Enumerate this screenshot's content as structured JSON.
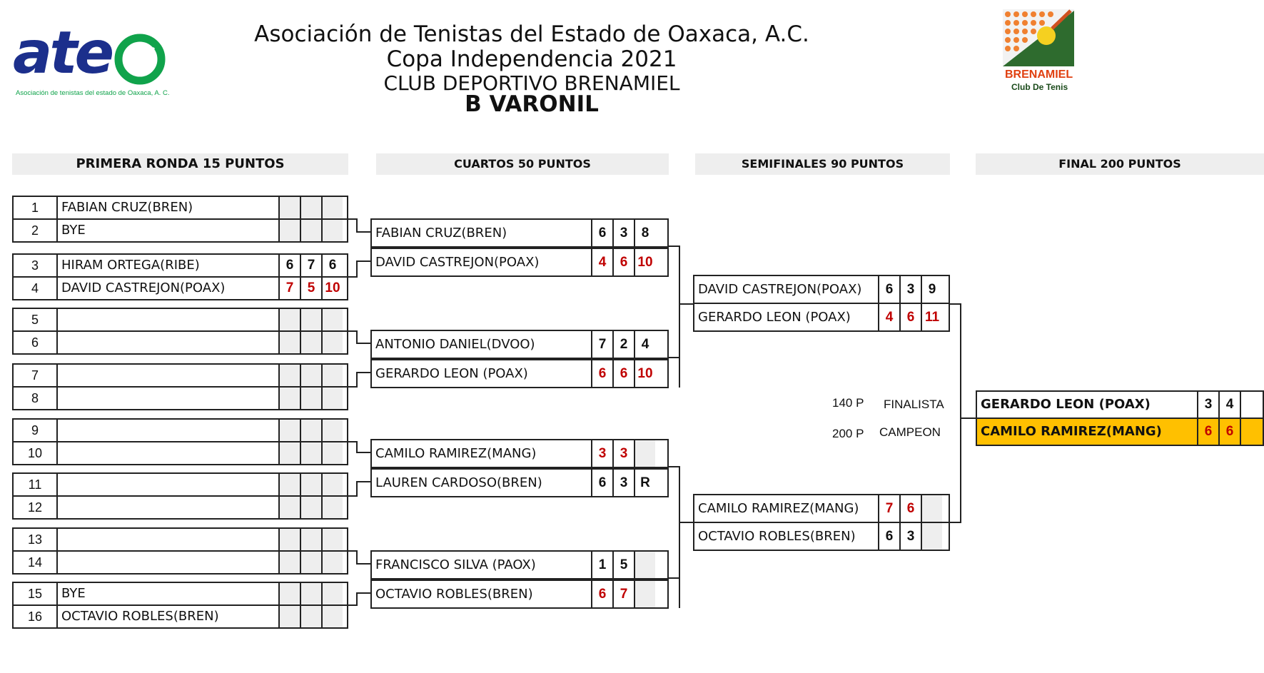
{
  "header": {
    "line1": "Asociación de Tenistas del Estado de Oaxaca, A.C.",
    "line2": "Copa Independencia 2021",
    "line3": "CLUB DEPORTIVO BRENAMIEL",
    "line4": "B  VARONIL"
  },
  "logos": {
    "left_text": "ate",
    "left_caption": "Asociación de tenistas del estado de Oaxaca, A. C.",
    "right_title": "BRENAMIEL",
    "right_caption": "Club De Tenis"
  },
  "rounds": {
    "r1": "PRIMERA RONDA 15 PUNTOS",
    "r2": "CUARTOS 50 PUNTOS",
    "r3": "SEMIFINALES 90 PUNTOS",
    "r4": "FINAL 200 PUNTOS"
  },
  "first_round": [
    {
      "n": "1",
      "name": "FABIAN CRUZ(BREN)",
      "s": [
        "",
        "",
        ""
      ]
    },
    {
      "n": "2",
      "name": "BYE",
      "s": [
        "",
        "",
        ""
      ]
    },
    {
      "n": "3",
      "name": "HIRAM ORTEGA(RIBE)",
      "s": [
        "6",
        "7",
        "6"
      ]
    },
    {
      "n": "4",
      "name": "DAVID CASTREJON(POAX)",
      "s": [
        "7",
        "5",
        "10"
      ]
    },
    {
      "n": "5",
      "name": "",
      "s": [
        "",
        "",
        ""
      ]
    },
    {
      "n": "6",
      "name": "",
      "s": [
        "",
        "",
        ""
      ]
    },
    {
      "n": "7",
      "name": "",
      "s": [
        "",
        "",
        ""
      ]
    },
    {
      "n": "8",
      "name": "",
      "s": [
        "",
        "",
        ""
      ]
    },
    {
      "n": "9",
      "name": "",
      "s": [
        "",
        "",
        ""
      ]
    },
    {
      "n": "10",
      "name": "",
      "s": [
        "",
        "",
        ""
      ]
    },
    {
      "n": "11",
      "name": "",
      "s": [
        "",
        "",
        ""
      ]
    },
    {
      "n": "12",
      "name": "",
      "s": [
        "",
        "",
        ""
      ]
    },
    {
      "n": "13",
      "name": "",
      "s": [
        "",
        "",
        ""
      ]
    },
    {
      "n": "14",
      "name": "",
      "s": [
        "",
        "",
        ""
      ]
    },
    {
      "n": "15",
      "name": "BYE",
      "s": [
        "",
        "",
        ""
      ]
    },
    {
      "n": "16",
      "name": "OCTAVIO ROBLES(BREN)",
      "s": [
        "",
        "",
        ""
      ]
    }
  ],
  "quarters": [
    {
      "name": "FABIAN CRUZ(BREN)",
      "s": [
        "6",
        "3",
        "8"
      ]
    },
    {
      "name": "DAVID CASTREJON(POAX)",
      "s": [
        "4",
        "6",
        "10"
      ]
    },
    {
      "name": "ANTONIO DANIEL(DVOO)",
      "s": [
        "7",
        "2",
        "4"
      ]
    },
    {
      "name": "GERARDO LEON (POAX)",
      "s": [
        "6",
        "6",
        "10"
      ]
    },
    {
      "name": "CAMILO RAMIREZ(MANG)",
      "s": [
        "3",
        "3",
        ""
      ]
    },
    {
      "name": "LAUREN CARDOSO(BREN)",
      "s": [
        "6",
        "3",
        "R"
      ]
    },
    {
      "name": "FRANCISCO SILVA (PAOX)",
      "s": [
        "1",
        "5",
        ""
      ]
    },
    {
      "name": "OCTAVIO ROBLES(BREN)",
      "s": [
        "6",
        "7",
        ""
      ]
    }
  ],
  "semis": [
    {
      "name": "DAVID CASTREJON(POAX)",
      "s": [
        "6",
        "3",
        "9"
      ]
    },
    {
      "name": "GERARDO LEON (POAX)",
      "s": [
        "4",
        "6",
        "11"
      ]
    },
    {
      "name": "CAMILO RAMIREZ(MANG)",
      "s": [
        "7",
        "6",
        ""
      ]
    },
    {
      "name": "OCTAVIO ROBLES(BREN)",
      "s": [
        "6",
        "3",
        ""
      ]
    }
  ],
  "final": [
    {
      "name": "GERARDO LEON (POAX)",
      "s": [
        "3",
        "4",
        ""
      ]
    },
    {
      "name": "CAMILO RAMIREZ(MANG)",
      "s": [
        "6",
        "6",
        ""
      ]
    }
  ],
  "points": {
    "finalist_pts": "140 P",
    "finalist_label": "FINALISTA",
    "champion_pts": "200 P",
    "champion_label": "CAMPEON"
  },
  "colors": {
    "winner_score": "#c00000",
    "champion_highlight": "#ffc000",
    "header_bg": "#eeeeee"
  }
}
